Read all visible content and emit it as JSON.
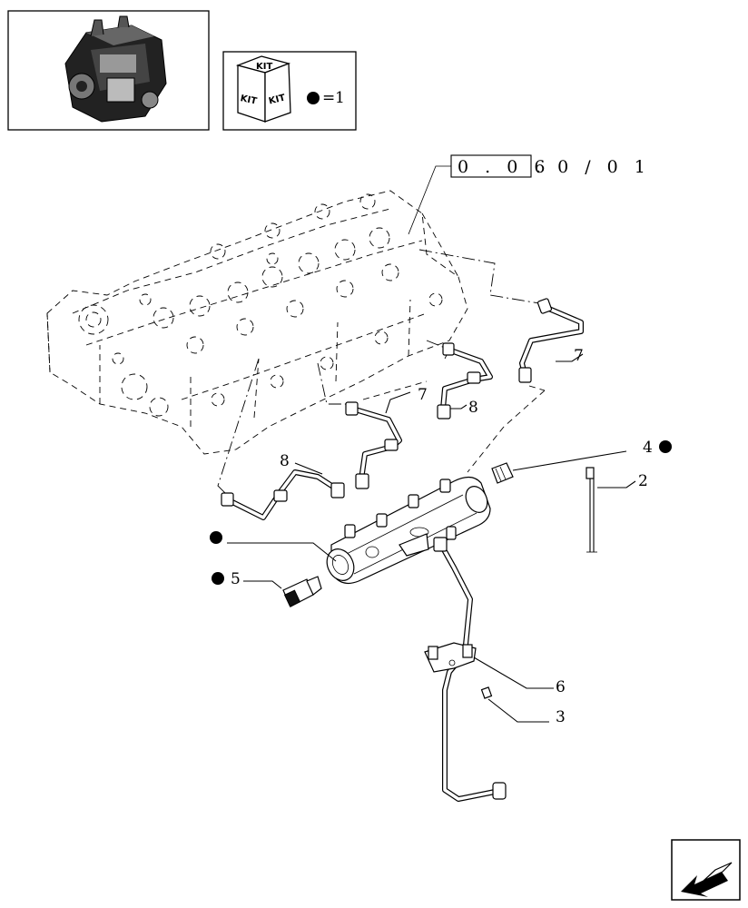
{
  "header": {
    "kit_box": {
      "kit_labels": [
        "KIT",
        "KIT",
        "KIT"
      ],
      "legend_equals": "=",
      "legend_value": "1"
    },
    "reference_code": {
      "boxed_part": "0 . 0 6",
      "suffix": ". 0 / 0 1"
    }
  },
  "callouts": {
    "c1": "1",
    "c2": "2",
    "c3": "3",
    "c4": "4",
    "c5": "5",
    "c6": "6",
    "c7a": "7",
    "c7b": "7",
    "c8a": "8",
    "c8b": "8"
  },
  "nav": {
    "icon": "arrow-back-icon"
  },
  "colors": {
    "ink": "#000000",
    "paper": "#ffffff"
  }
}
